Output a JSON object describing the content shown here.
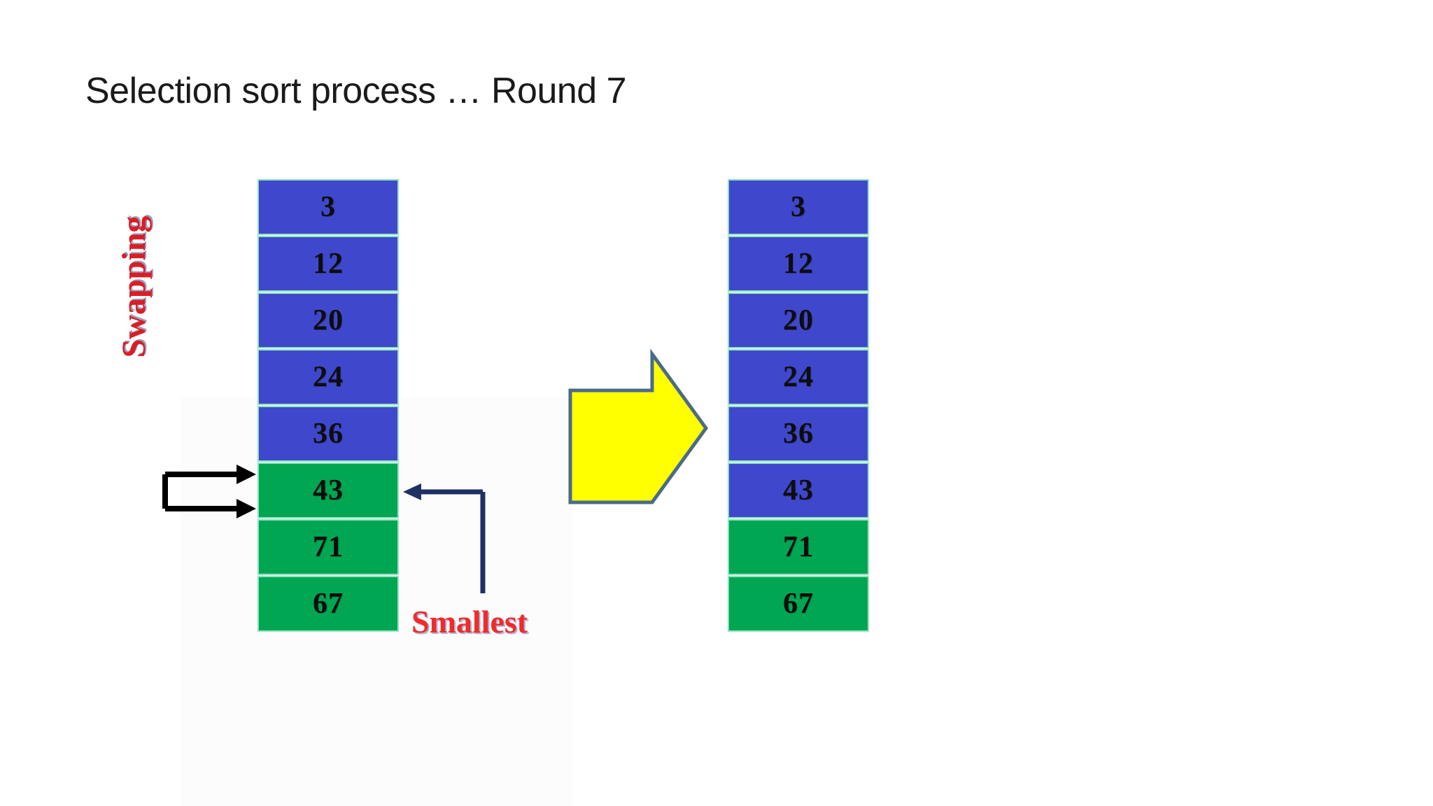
{
  "slide": {
    "title": "Selection sort process … Round 7",
    "background_color": "#ffffff"
  },
  "colors": {
    "unsorted_cell": "#3f48cc",
    "sorted_cell": "#00a651",
    "cell_border": "#8fe3c0",
    "label_red": "#ef2b2b",
    "arrow_navy": "#1f3064",
    "arrow_black": "#000000",
    "big_arrow_fill": "#ffff00",
    "big_arrow_stroke": "#4a6b8a"
  },
  "arrays": {
    "before": {
      "name": "array-before-swap",
      "cells": [
        {
          "value": "3",
          "state": "blue"
        },
        {
          "value": "12",
          "state": "blue"
        },
        {
          "value": "20",
          "state": "blue"
        },
        {
          "value": "24",
          "state": "blue"
        },
        {
          "value": "36",
          "state": "blue"
        },
        {
          "value": "43",
          "state": "green"
        },
        {
          "value": "71",
          "state": "green"
        },
        {
          "value": "67",
          "state": "green"
        }
      ]
    },
    "after": {
      "name": "array-after-swap",
      "cells": [
        {
          "value": "3",
          "state": "blue"
        },
        {
          "value": "12",
          "state": "blue"
        },
        {
          "value": "20",
          "state": "blue"
        },
        {
          "value": "24",
          "state": "blue"
        },
        {
          "value": "36",
          "state": "blue"
        },
        {
          "value": "43",
          "state": "blue"
        },
        {
          "value": "71",
          "state": "green"
        },
        {
          "value": "67",
          "state": "green"
        }
      ]
    }
  },
  "annotations": {
    "swapping_label": "Swapping",
    "smallest_label": "Smallest"
  },
  "icons": {
    "transition_arrow": "right-arrow-icon",
    "swap_arrow_top": "swap-arrow-top-icon",
    "swap_arrow_bottom": "swap-arrow-bottom-icon",
    "smallest_pointer": "smallest-pointer-arrow-icon"
  }
}
